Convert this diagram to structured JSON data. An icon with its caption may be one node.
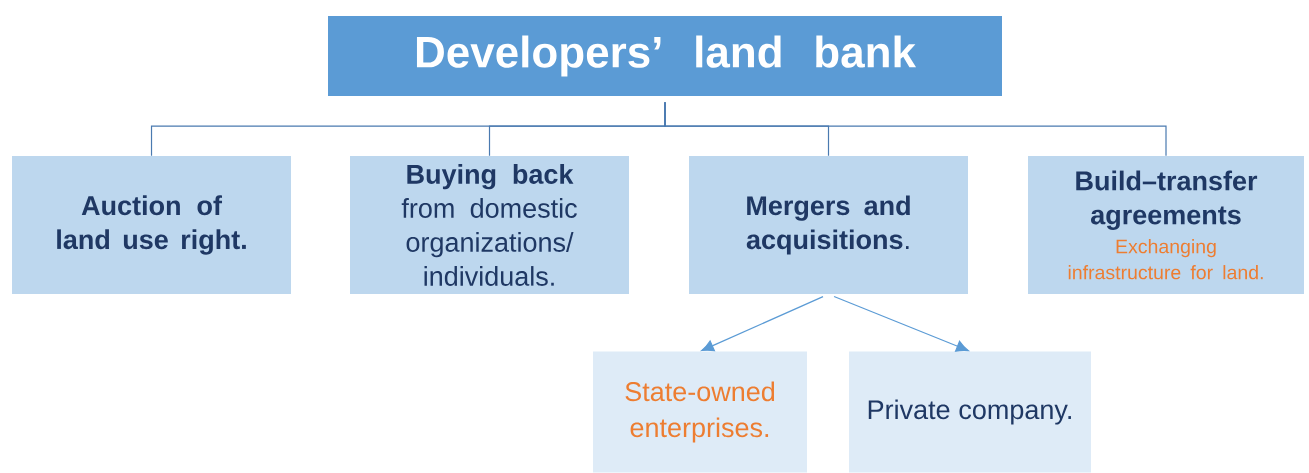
{
  "diagram": {
    "nodes": [
      {
        "text": [
          "Developers’ land bank"
        ]
      },
      {
        "text": [
          "Auction of land use right."
        ]
      },
      {
        "text": [
          "**Buying back** from domestic organizations/ individuals."
        ]
      },
      {
        "text": [
          "**Mergers and acquisitions**."
        ]
      },
      {
        "text": [
          "Build–transfer agreements",
          "Exchanging infrastructure for land."
        ]
      },
      {
        "text": [
          "State-owned enterprises."
        ]
      },
      {
        "text": [
          "Private company."
        ]
      }
    ],
    "edges": [
      {
        "from": 0,
        "to": 1,
        "arrow": "none"
      },
      {
        "from": 0,
        "to": 2,
        "arrow": "none"
      },
      {
        "from": 0,
        "to": 3,
        "arrow": "none"
      },
      {
        "from": 0,
        "to": 4,
        "arrow": "none"
      },
      {
        "from": 3,
        "to": 5,
        "arrow": "to",
        "color": "#5b9bd5"
      },
      {
        "from": 3,
        "to": 6,
        "arrow": "to",
        "color": "#5b9bd5"
      }
    ]
  }
}
